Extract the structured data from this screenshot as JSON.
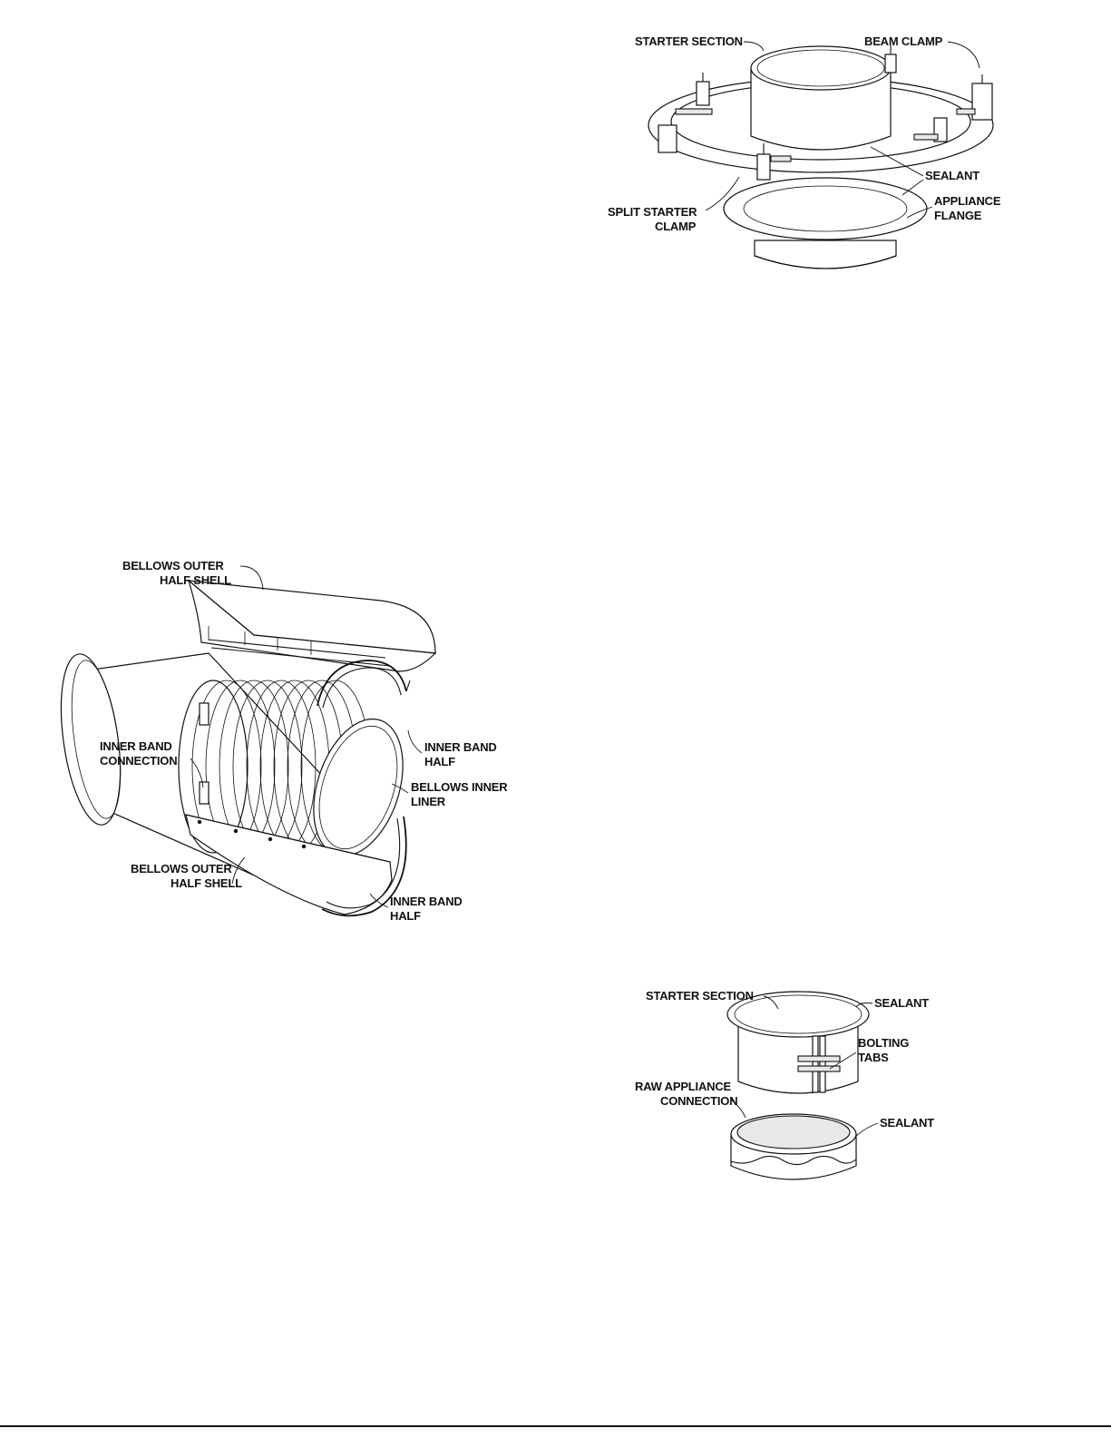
{
  "figure_starter_clamp": {
    "labels": {
      "starter_section": "STARTER SECTION",
      "beam_clamp": "BEAM CLAMP",
      "sealant": "SEALANT",
      "split_starter_clamp_1": "SPLIT STARTER",
      "split_starter_clamp_2": "CLAMP",
      "appliance_flange_1": "APPLIANCE",
      "appliance_flange_2": "FLANGE"
    }
  },
  "figure_bellows": {
    "labels": {
      "bellows_outer_top_1": "BELLOWS OUTER",
      "bellows_outer_top_2": "HALF SHELL",
      "inner_band_connection_1": "INNER BAND",
      "inner_band_connection_2": "CONNECTION",
      "inner_band_half_top_1": "INNER BAND",
      "inner_band_half_top_2": "HALF",
      "bellows_inner_liner_1": "BELLOWS INNER",
      "bellows_inner_liner_2": "LINER",
      "bellows_outer_bottom_1": "BELLOWS OUTER",
      "bellows_outer_bottom_2": "HALF SHELL",
      "inner_band_half_bottom_1": "INNER BAND",
      "inner_band_half_bottom_2": "HALF"
    }
  },
  "figure_raw_connection": {
    "labels": {
      "starter_section": "STARTER SECTION",
      "sealant_top": "SEALANT",
      "bolting_tabs_1": "BOLTING",
      "bolting_tabs_2": "TABS",
      "raw_appliance_1": "RAW APPLIANCE",
      "raw_appliance_2": "CONNECTION",
      "sealant_bottom": "SEALANT"
    }
  }
}
